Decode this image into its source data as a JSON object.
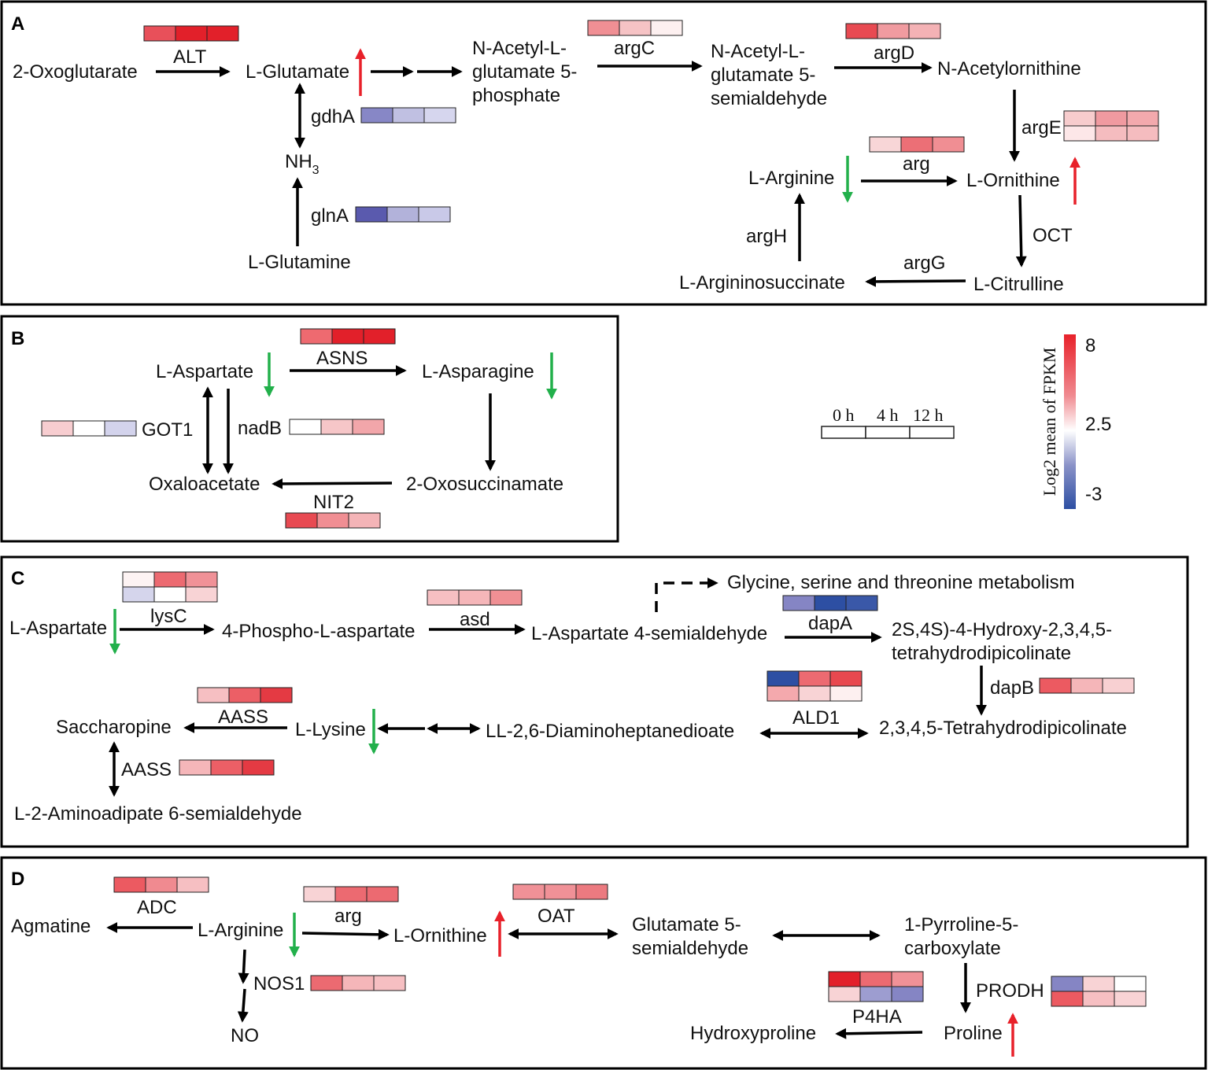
{
  "panels": [
    {
      "id": "A",
      "label": "A"
    },
    {
      "id": "B",
      "label": "B"
    },
    {
      "id": "C",
      "label": "C"
    },
    {
      "id": "D",
      "label": "D"
    }
  ],
  "colors": {
    "up_arrow": "#e8212a",
    "down_arrow": "#22b04b",
    "scale_high": "#e8212a",
    "scale_mid": "#ffffff",
    "scale_low": "#2d4fa3"
  },
  "nodes": {
    "A": {
      "oxoglutarate": "2-Oxoglutarate",
      "glutamate": "L-Glutamate",
      "nag5p_1": "N-Acetyl-L-",
      "nag5p_2": "glutamate 5-",
      "nag5p_3": "phosphate",
      "nags_1": "N-Acetyl-L-",
      "nags_2": "glutamate 5-",
      "nags_3": "semialdehyde",
      "acetylornithine": "N-Acetylornithine",
      "nh3": "NH",
      "nh3_sub": "3",
      "glutamine": "L-Glutamine",
      "arginine": "L-Arginine",
      "ornithine": "L-Ornithine",
      "argininosuccinate": "L-Argininosuccinate",
      "citrulline": "L-Citrulline"
    },
    "B": {
      "aspartate": "L-Aspartate",
      "asparagine": "L-Asparagine",
      "oxaloacetate": "Oxaloacetate",
      "oxosuccinamate": "2-Oxosuccinamate"
    },
    "C": {
      "aspartate": "L-Aspartate",
      "phospho": "4-Phospho-L-aspartate",
      "semialdehyde": "L-Aspartate 4-semialdehyde",
      "glycine": "Glycine, serine and threonine metabolism",
      "hthdp_1": "2S,4S)-4-Hydroxy-2,3,4,5-",
      "hthdp_2": "tetrahydrodipicolinate",
      "thdp": "2,3,4,5-Tetrahydrodipicolinate",
      "dap": "LL-2,6-Diaminoheptanedioate",
      "lysine": "L-Lysine",
      "saccharopine": "Saccharopine",
      "aminoadipate": "L-2-Aminoadipate 6-semialdehyde"
    },
    "D": {
      "agmatine": "Agmatine",
      "arginine": "L-Arginine",
      "ornithine": "L-Ornithine",
      "g5s_1": "Glutamate 5-",
      "g5s_2": "semialdehyde",
      "p5c_1": "1-Pyrroline-5-",
      "p5c_2": "carboxylate",
      "no": "NO",
      "hydroxyproline": "Hydroxyproline",
      "proline": "Proline"
    }
  },
  "genes": {
    "A": {
      "ALT": "ALT",
      "argC": "argC",
      "argD": "argD",
      "gdhA": "gdhA",
      "glnA": "glnA",
      "argE": "argE",
      "arg": "arg",
      "argH": "argH",
      "OCT": "OCT",
      "argG": "argG"
    },
    "B": {
      "ASNS": "ASNS",
      "GOT1": "GOT1",
      "nadB": "nadB",
      "NIT2": "NIT2"
    },
    "C": {
      "lysC": "lysC",
      "asd": "asd",
      "dapA": "dapA",
      "dapB": "dapB",
      "ALD1": "ALD1",
      "AASS1": "AASS",
      "AASS2": "AASS"
    },
    "D": {
      "ADC": "ADC",
      "arg": "arg",
      "OAT": "OAT",
      "NOS1": "NOS1",
      "P4HA": "P4HA",
      "PRODH": "PRODH"
    }
  },
  "heatmaps": {
    "ALT": [
      [
        "#e8505a",
        "#e2202a",
        "#e2202a"
      ]
    ],
    "argC": [
      [
        "#f08f94",
        "#f6c3c5",
        "#fdf0f0"
      ]
    ],
    "argD": [
      [
        "#e84a52",
        "#f09ba0",
        "#f4b2b5"
      ]
    ],
    "gdhA": [
      [
        "#8787c6",
        "#c0c0e2",
        "#d6d6ee"
      ]
    ],
    "glnA": [
      [
        "#5a5aae",
        "#b2b2da",
        "#c9c9e8"
      ]
    ],
    "argE": [
      [
        "#f7cccd",
        "#f09aa0",
        "#f3a9ad"
      ],
      [
        "#fde7e8",
        "#f5bcbf",
        "#f5bcbf"
      ]
    ],
    "arg_A": [
      [
        "#f8d6d7",
        "#ec6f76",
        "#f08e93"
      ]
    ],
    "ASNS": [
      [
        "#ee6a70",
        "#e2202a",
        "#e2202a"
      ]
    ],
    "GOT1": [
      [
        "#f7cdd0",
        "#ffffff",
        "#d3d3ec"
      ]
    ],
    "nadB": [
      [
        "#ffffff",
        "#f6c6c8",
        "#f2a6aa"
      ]
    ],
    "NIT2": [
      [
        "#e84a52",
        "#f08e93",
        "#f4b4b7"
      ]
    ],
    "lysC": [
      [
        "#fdf3f3",
        "#ec6a71",
        "#f09197"
      ],
      [
        "#d5d5ec",
        "#ffffff",
        "#f8d3d5"
      ]
    ],
    "asd": [
      [
        "#f6bfc2",
        "#f5b6b9",
        "#f09094"
      ]
    ],
    "dapA": [
      [
        "#8585c4",
        "#2d4fa3",
        "#3a58a8"
      ]
    ],
    "dapB": [
      [
        "#ec5a61",
        "#f5b6b9",
        "#f8d0d2"
      ]
    ],
    "ALD1": [
      [
        "#2d4fa3",
        "#ec6a71",
        "#e8484f"
      ],
      [
        "#f4a9ad",
        "#f8d3d5",
        "#fdf0f0"
      ]
    ],
    "AASS1": [
      [
        "#f6bfc2",
        "#ec5f66",
        "#e43a43"
      ]
    ],
    "AASS2": [
      [
        "#f5b6b9",
        "#ec5f66",
        "#e43a43"
      ]
    ],
    "ADC": [
      [
        "#ec5a61",
        "#f08a90",
        "#f6bfc2"
      ]
    ],
    "arg_D": [
      [
        "#f8d3d5",
        "#ec6a71",
        "#ec6a71"
      ]
    ],
    "OAT": [
      [
        "#f09197",
        "#f09197",
        "#ec7a80"
      ]
    ],
    "NOS1": [
      [
        "#ec6a71",
        "#f5b6b9",
        "#f6bfc2"
      ]
    ],
    "P4HA": [
      [
        "#e2202a",
        "#ec6a71",
        "#f09197"
      ],
      [
        "#f8d3d5",
        "#9d9dd0",
        "#8585c4"
      ]
    ],
    "PRODH": [
      [
        "#8585c4",
        "#f8d3d5",
        "#ffffff"
      ],
      [
        "#ec5a61",
        "#f6bfc2",
        "#f8d3d5"
      ]
    ]
  },
  "legend": {
    "time_points": [
      "0 h",
      "4 h",
      "12 h"
    ],
    "scale_title": "Log2 mean of FPKM",
    "scale_ticks": [
      "8",
      "2.5",
      "-3"
    ]
  }
}
